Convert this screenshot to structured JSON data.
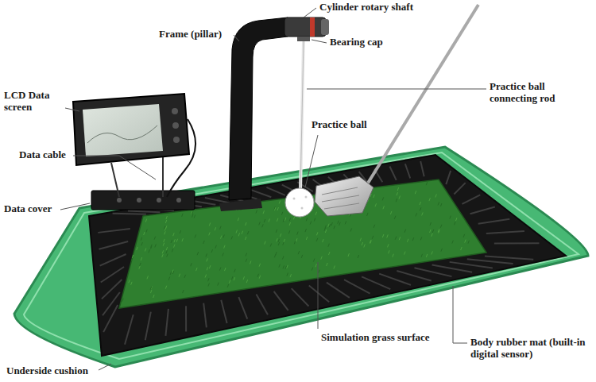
{
  "diagram": {
    "labels": [
      "Frame (pillar)",
      "Cylinder rotary shaft",
      "Bearing cap",
      "LCD Data screen",
      "Practice ball connecting rod",
      "Practice ball",
      "Data cable",
      "Data cover",
      "Simulation grass surface",
      "Body rubber mat (built-in digital sensor)",
      "Underside cushion"
    ]
  }
}
